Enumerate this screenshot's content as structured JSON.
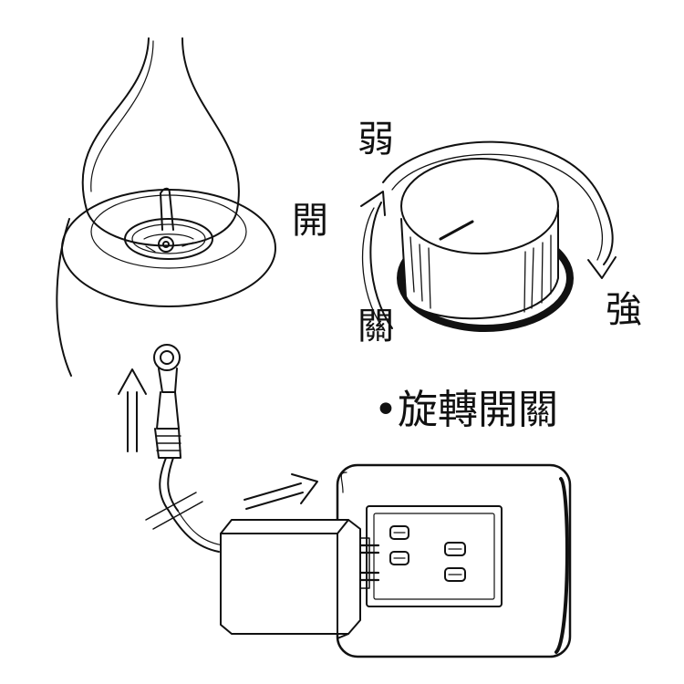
{
  "dial": {
    "weak": "弱",
    "on": "開",
    "off": "關",
    "strong": "強"
  },
  "caption": "•旋轉開關",
  "colors": {
    "line": "#111111",
    "background": "#ffffff"
  }
}
